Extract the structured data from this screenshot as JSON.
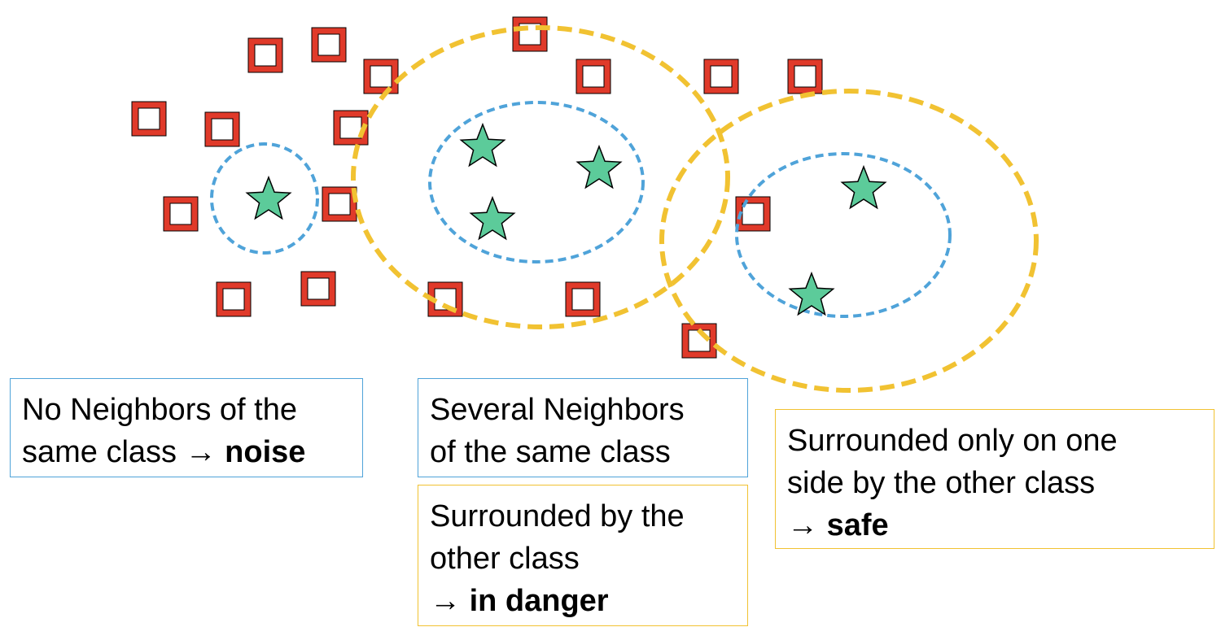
{
  "legend": {
    "noise": {
      "line1": "No Neighbors of the",
      "line2_prefix": "same class → ",
      "line2_bold": "noise"
    },
    "several_neighbors": {
      "line1": "Several Neighbors",
      "line2": "of the same class"
    },
    "danger": {
      "line1": "Surrounded by the",
      "line2": "other class",
      "line3_prefix": "→ ",
      "line3_bold": "in danger"
    },
    "safe": {
      "line1": "Surrounded only on one",
      "line2": "side by the other class",
      "line3_prefix": "→ ",
      "line3_bold": "safe"
    }
  },
  "colors": {
    "majority_square": "#e03a2a",
    "minority_star": "#5ccb9a",
    "inner_circle": "#4fa3d9",
    "outer_circle": "#f1c232"
  },
  "icons": {
    "majority": "red-square-icon",
    "minority": "green-star-icon"
  }
}
